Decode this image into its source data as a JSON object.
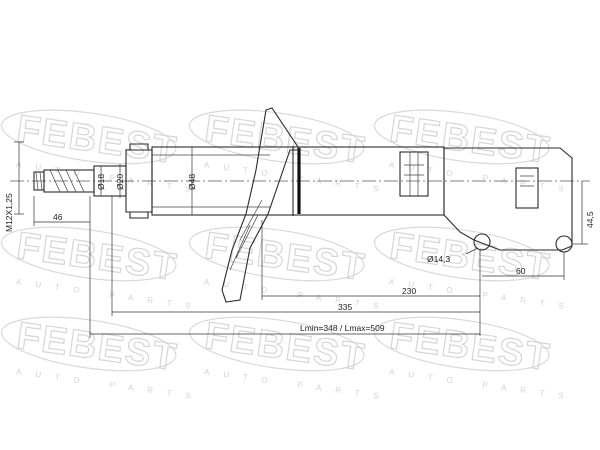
{
  "watermark": {
    "brand": "FEBEST",
    "tagline": "AUTO PARTS"
  },
  "dimensions": {
    "thread": "M12X1,25",
    "d_rod_small": "Ø18",
    "d_rod_large": "Ø20",
    "d_body": "Ø48",
    "d_hole": "Ø14,3",
    "len_46": "46",
    "len_60": "60",
    "len_44_5": "44,5",
    "len_230": "230",
    "len_335": "335",
    "len_total": "Lmin=348 / Lmax=509"
  },
  "colors": {
    "line": "#2a2a2a",
    "watermark": "#d6d6d6"
  }
}
